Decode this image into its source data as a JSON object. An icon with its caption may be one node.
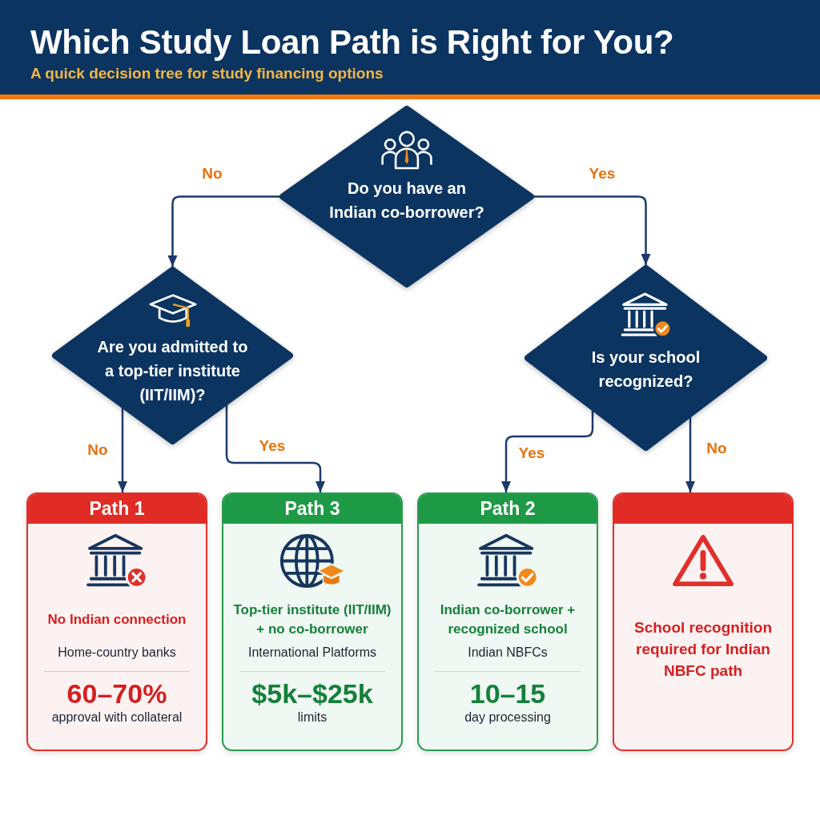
{
  "diagram": {
    "title": "Which Study Loan Path is Right for You?",
    "nodes": [
      {
        "text": [
          "Do you have an Indian co-borrower?"
        ]
      },
      {
        "text": [
          "Are you admitted to a top-tier institute (IIT/IIM)?"
        ]
      },
      {
        "text": [
          "Is your school recognized?"
        ]
      },
      {
        "text": [
          "Path 1",
          "No Indian connection",
          "Home-country banks",
          "60–70%",
          "approval with collateral"
        ]
      },
      {
        "text": [
          "Path 3",
          "Top-tier institute (IIT/IIM) + no co-borrower",
          "International Platforms",
          "$5k–$25k",
          "limits"
        ]
      },
      {
        "text": [
          "Path 2",
          "Indian co-borrower + recognized school",
          "Indian NBFCs",
          "10–15",
          "day processing"
        ]
      },
      {
        "text": [
          "School recognition required for Indian NBFC path"
        ]
      }
    ],
    "edges": [
      {
        "from": 0,
        "to": 1,
        "arrow": "to",
        "label": "No"
      },
      {
        "from": 0,
        "to": 2,
        "arrow": "to",
        "label": "Yes"
      },
      {
        "from": 1,
        "to": 3,
        "arrow": "to",
        "label": "No"
      },
      {
        "from": 1,
        "to": 4,
        "arrow": "to",
        "label": "Yes"
      },
      {
        "from": 2,
        "to": 5,
        "arrow": "to",
        "label": "Yes"
      },
      {
        "from": 2,
        "to": 6,
        "arrow": "to",
        "label": "No"
      }
    ],
    "labels": [
      "A quick decision tree for study financing options"
    ]
  }
}
